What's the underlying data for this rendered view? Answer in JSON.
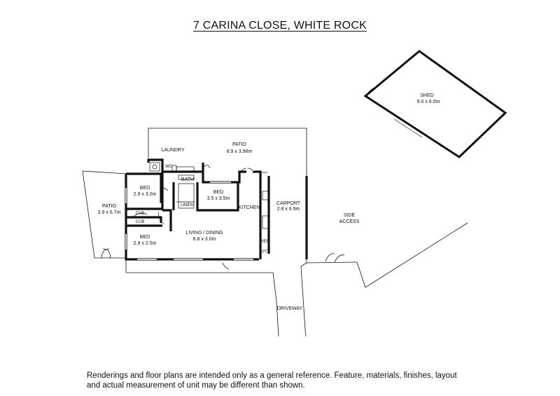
{
  "title": "7 CARINA CLOSE, WHITE ROCK",
  "rooms": {
    "shed": {
      "name": "SHED",
      "size": "9.0 x 6.0m"
    },
    "patio_top": {
      "name": "PATIO",
      "size": "8.9 x 3.98m"
    },
    "laundry": {
      "name": "LAUNDRY"
    },
    "wc": {
      "name": "WC"
    },
    "bath": {
      "name": "BATH"
    },
    "bed1": {
      "name": "BED",
      "size": "2.9 x 3.0m"
    },
    "bed2": {
      "name": "BED",
      "size": "3.5 x 3.5m"
    },
    "bed3": {
      "name": "BED",
      "size": "2.9 x 2.5m"
    },
    "linen": {
      "name": "LINEN"
    },
    "kitchen": {
      "name": "KITCHEN"
    },
    "carport": {
      "name": "CARPORT",
      "size": "2.8 x 6.9m"
    },
    "patio_left": {
      "name": "PATIO",
      "size": "3.9 x 6.7m"
    },
    "cub1": {
      "name": "CUB"
    },
    "cub2": {
      "name": "CUB"
    },
    "living": {
      "name": "LIVING / DINING",
      "size": "6.8 x 3.0m"
    },
    "ref": {
      "name": "REF"
    },
    "pt": {
      "name": "PT"
    },
    "side_access": {
      "line1": "SIDE",
      "line2": "ACCESS"
    },
    "driveway": {
      "name": "DRIVEWAY"
    }
  },
  "disclaimer": "Renderings and floor plans are intended only as a general reference. Feature, materials, finishes, layout and actual measurement of unit may be different than shown."
}
